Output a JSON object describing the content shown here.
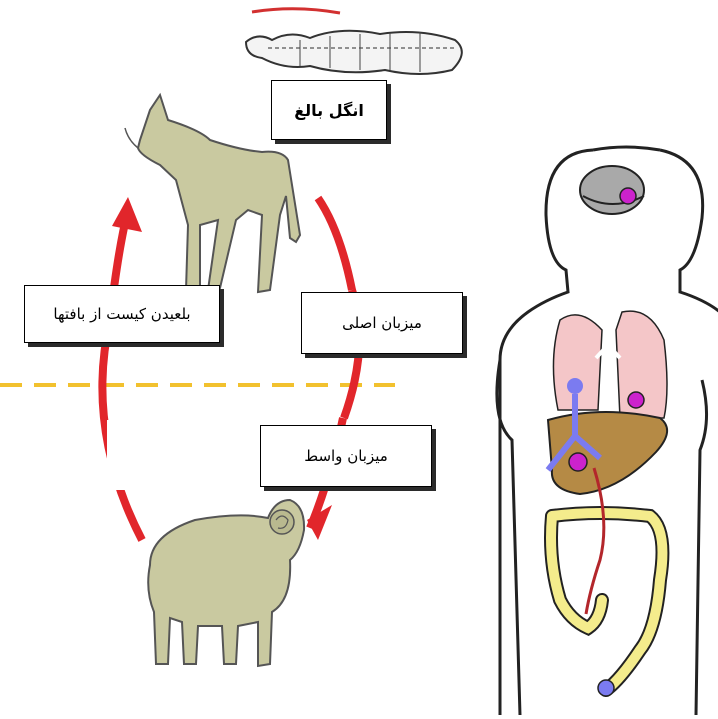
{
  "labels": {
    "adult_worm": "انگل بالغ",
    "ingestion": "بلعیدن کیست از بافتها",
    "definitive_host": "میزبان اصلی",
    "intermediate_host": "میزبان واسط"
  },
  "figures": {
    "adult_worm_icon": "tapeworm-icon",
    "dog_icon": "dog-icon",
    "sheep_icon": "sheep-icon",
    "human_icon": "human-body-icon"
  },
  "colors": {
    "cycle_arrow": "#e1262b",
    "divider": "#f2c12e",
    "dog_fill": "#c9c9a0",
    "sheep_fill": "#c9c9a0",
    "brain": "#a9a9a9",
    "lungs": "#f4c6c8",
    "liver": "#b58a45",
    "intestine": "#f4ec8c",
    "cyst": "#cc22cc",
    "vessel": "#7b7bf0"
  }
}
